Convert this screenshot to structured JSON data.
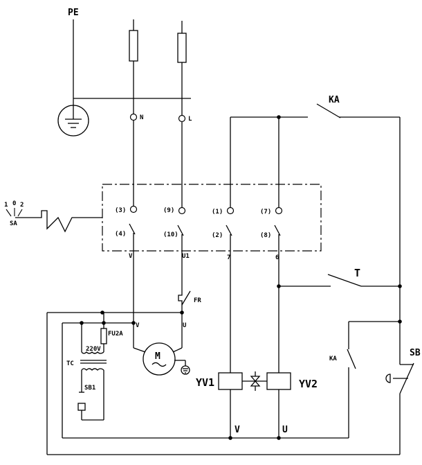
{
  "labels": {
    "pe": "PE",
    "n": "N",
    "l": "L",
    "ka_top": "KA",
    "t": "T",
    "fr": "FR",
    "ka_bottom": "KA",
    "sb": "SB",
    "yv1": "YV1",
    "yv2": "YV2",
    "v_bottom": "V",
    "u_bottom": "U",
    "sa": "SA",
    "sa_pos1": "1",
    "sa_pos0": "0",
    "sa_pos2": "2",
    "c3": "(3)",
    "c4": "(4)",
    "c9": "(9)",
    "c10": "(10)",
    "c1": "(1)",
    "c2": "(2)",
    "c7": "(7)",
    "c8": "(8)",
    "out_v": "V",
    "out_u1": "U1",
    "out_7": "7",
    "out_6": "6",
    "motor_v": "V",
    "motor_u": "U",
    "motor": "M",
    "fu": "FU2A",
    "v220": "220V",
    "tc": "TC",
    "sb1": "SB1"
  }
}
